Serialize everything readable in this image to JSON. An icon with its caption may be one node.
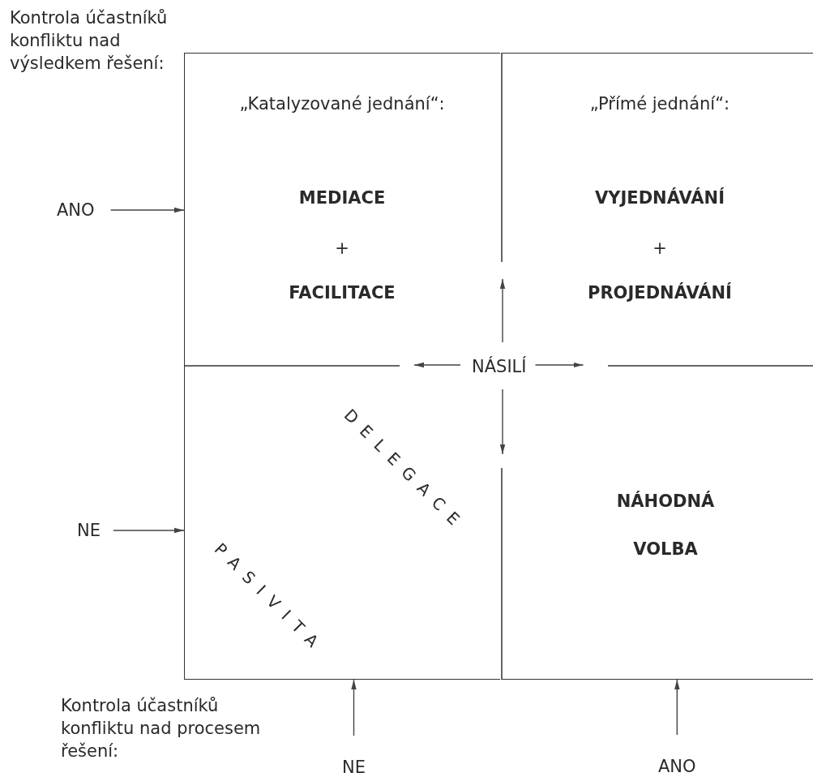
{
  "diagram": {
    "nodes": [
      {
        "text": [
          "„Katalyzované jednání“:",
          "MEDIACE",
          "+",
          "FACILITACE"
        ]
      },
      {
        "text": [
          "„Přímé jednání“:",
          "VYJEDNÁVÁNÍ",
          "+",
          "PROJEDNÁVÁNÍ"
        ]
      },
      {
        "text": [
          "DELEGACE",
          "PASIVITA"
        ]
      },
      {
        "text": [
          "NÁHODNÁ VOLBA"
        ]
      },
      {
        "text": [
          "ANO"
        ]
      },
      {
        "text": [
          "NE"
        ]
      },
      {
        "text": [
          "NÁSILÍ"
        ]
      },
      {
        "text": [
          "NE"
        ]
      },
      {
        "text": [
          "ANO"
        ]
      }
    ],
    "edges": [
      {
        "from": 4,
        "to": 0,
        "arrow": "to"
      },
      {
        "from": 5,
        "to": 2,
        "arrow": "to"
      },
      {
        "from": 7,
        "to": 2,
        "arrow": "to"
      },
      {
        "from": 8,
        "to": 3,
        "arrow": "to"
      },
      {
        "from": 6,
        "to": 1,
        "arrow": "to"
      },
      {
        "from": 6,
        "to": 0,
        "arrow": "to"
      },
      {
        "from": 6,
        "to": 3,
        "arrow": "to"
      },
      {
        "from": 6,
        "to": 1,
        "arrow": "to"
      }
    ],
    "labels": [
      "Kontrola účastníků konfliktu nad výsledkem řešení:",
      "Kontrola účastníků konfliktu nad procesem řešení:"
    ]
  }
}
